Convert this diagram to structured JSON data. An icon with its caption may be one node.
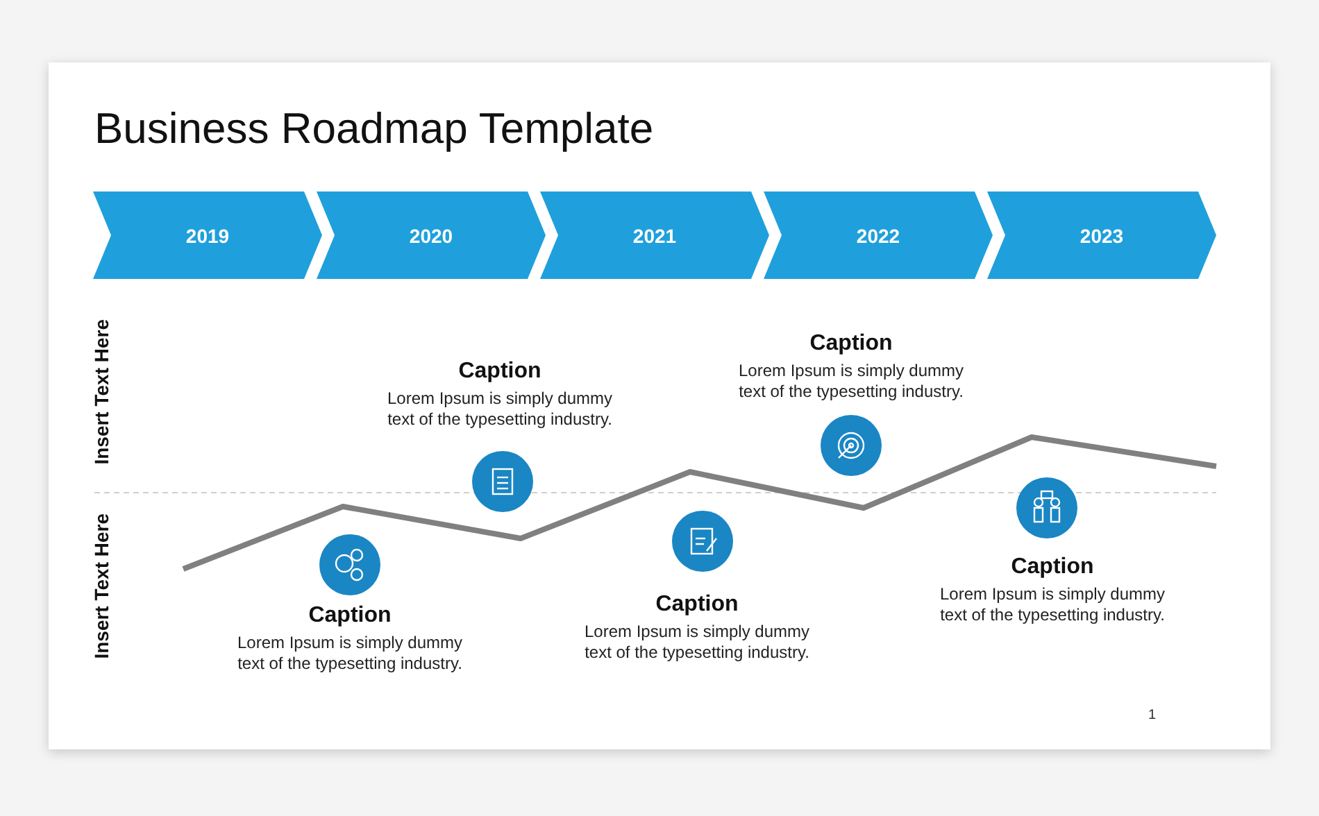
{
  "diagram": {
    "title": "Business Roadmap Template",
    "nodes": [
      {
        "text": [
          "2019"
        ]
      },
      {
        "text": [
          "2020"
        ]
      },
      {
        "text": [
          "2021"
        ]
      },
      {
        "text": [
          "2022"
        ]
      },
      {
        "text": [
          "2023"
        ]
      }
    ],
    "labels": [
      "Insert Text Here",
      "Insert Text Here",
      "Caption",
      "Lorem Ipsum is simply dummy text of the typesetting industry.",
      "Caption",
      "Lorem Ipsum is simply dummy text of the typesetting industry.",
      "Caption",
      "Lorem Ipsum is simply dummy text of the typesetting industry.",
      "Caption",
      "Lorem Ipsum is simply dummy text of the typesetting industry.",
      "Caption",
      "Lorem Ipsum is simply dummy text of the typesetting industry.",
      "1"
    ]
  }
}
